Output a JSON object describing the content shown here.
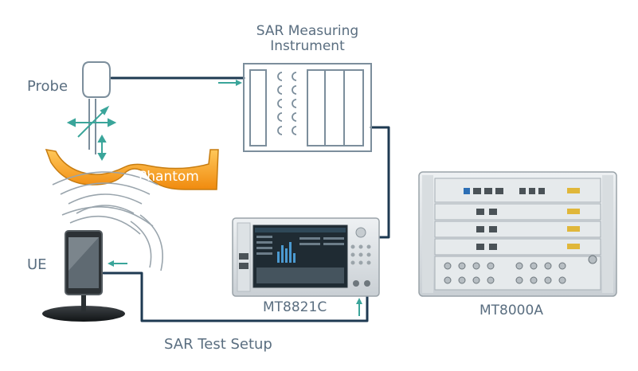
{
  "labels": {
    "probe": "Probe",
    "ue": "UE",
    "phantom": "Phantom",
    "sar_instrument_line1": "SAR Measuring",
    "sar_instrument_line2": "Instrument",
    "mt8821c": "MT8821C",
    "mt8000a": "MT8000A",
    "setup_caption": "SAR Test Setup"
  },
  "colors": {
    "cable": "#1e3a52",
    "arrow": "#3aa59a",
    "outline": "#7c8e9c",
    "phantom_fill": "#f5a623",
    "phantom_edge": "#c77c10",
    "text": "#5a6e80",
    "wave": "#9aa5ad",
    "screen_bg": "#1f2b33"
  }
}
